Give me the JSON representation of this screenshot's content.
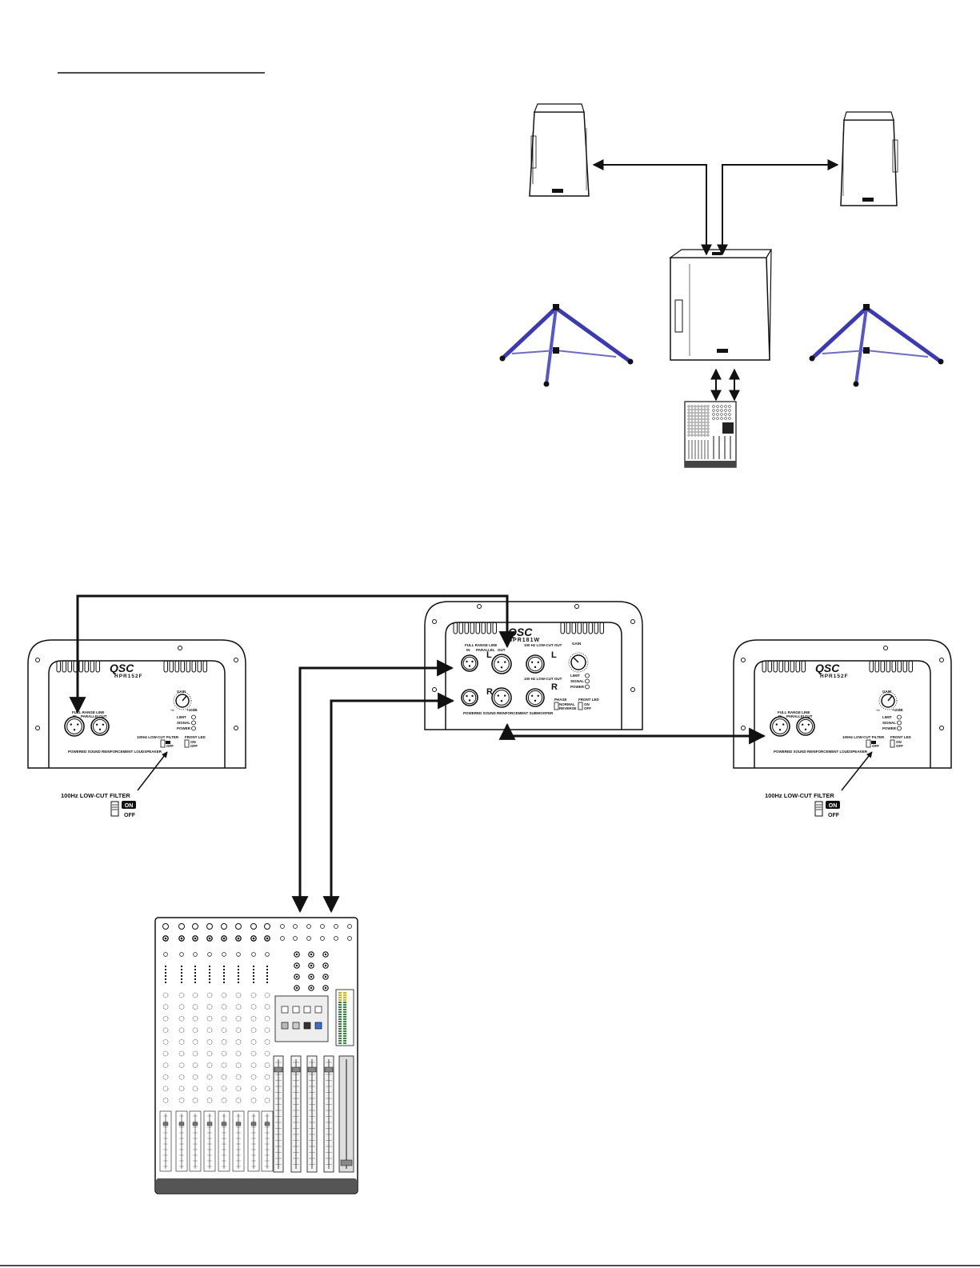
{
  "brand": "QSC",
  "main_speaker_model": "HPR152F",
  "sub_model": "HPR181W",
  "main_panel": {
    "input_title": "FULL RANGE LINE",
    "in_label": "IN",
    "parallel_label": "PARALLEL",
    "out_label": "OUT",
    "gain_label": "GAIN",
    "gain_min": "-∞",
    "gain_max": "+10dB",
    "leds": [
      "LIMIT",
      "SIGNAL",
      "POWER"
    ],
    "filter_switch": "100Hz LOW-CUT FILTER",
    "front_led": "FRONT LED",
    "on": "ON",
    "off": "OFF",
    "footer": "POWERED SOUND REINFORCEMENT LOUDSPEAKER"
  },
  "sub_panel": {
    "input_title": "FULL RANGE LINE",
    "in_label": "IN",
    "parallel_label": "PARALLEL",
    "out_label": "OUT",
    "hp_out_label": "100 Hz LOW-CUT OUT",
    "left": "L",
    "right": "R",
    "gain_label": "GAIN",
    "leds": [
      "LIMIT",
      "SIGNAL",
      "POWER"
    ],
    "phase_label": "PHASE",
    "phase_normal": "NORMAL",
    "phase_reverse": "REVERSE",
    "front_led": "FRONT LED",
    "on": "ON",
    "off": "OFF",
    "footer": "POWERED SOUND REINFORCEMENT SUBWOOFER"
  },
  "callout": {
    "title": "100Hz LOW-CUT FILTER",
    "on": "ON",
    "off": "OFF"
  },
  "colors": {
    "stand": "#3a3ab8",
    "stand_light": "#8a8ae0",
    "line": "#111111"
  }
}
